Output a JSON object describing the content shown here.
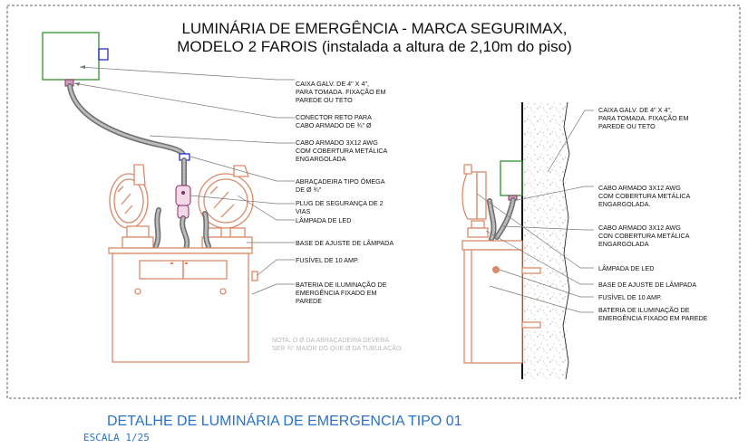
{
  "title": {
    "line1": "LUMINÁRIA DE EMERGÊNCIA - MARCA SEGURIMAX,",
    "line2": "MODELO 2 FAROIS (instalada a altura de 2,10m do piso)"
  },
  "front_view": {
    "callouts": [
      [
        "CAIXA GALV. DE 4\" X 4\",",
        "PARA TOMADA. FIXAÇÃO EM",
        "PAREDE OU TETO"
      ],
      [
        "CONECTOR RETO PARA",
        "CABO ARMADO DE ¾\" Ø"
      ],
      [
        "CABO ARMADO 3X12 AWG",
        "COM COBERTURA METÁLICA",
        "ENGARGOLADA"
      ],
      [
        "ABRAÇADEIRA TIPO ÔMEGA",
        "DE Ø ¾\""
      ],
      [
        "PLUG DE SEGURANÇA DE 2",
        "VIAS"
      ],
      [
        "LÂMPADA DE LED"
      ],
      [
        "BASE DE AJUSTE DE LÂMPADA"
      ],
      [
        "FUSÍVEL DE 10 AMP."
      ],
      [
        "BATERIA DE ILUMINAÇÃO DE",
        "EMERGÊNCIA FIXADO EM",
        "PAREDE"
      ]
    ],
    "note": [
      "NOTA: O Ø DA ABRAÇADEIRA DEVERÁ",
      "SER ¾\" MAIOR DO QUE Ø DA TUBULAÇÃO"
    ]
  },
  "side_view": {
    "callouts": [
      [
        "CAIXA GALV. DE 4\" X 4\",",
        "PARA TOMADA. FIXAÇÃO EM",
        "PAREDE OU TETO"
      ],
      [
        "CABO ARMADO 3X12 AWG",
        "COM COBERTURA METÁLICA",
        "ENGARGOLADA."
      ],
      [
        "CABO ARMADO 3X12 AWG",
        "CON COBERTURA METÁLICA",
        "ENGARGOLADA"
      ],
      [
        "LÂMPADA DE LED"
      ],
      [
        "BASE DE AJUSTE DE LÂMPADA"
      ],
      [
        "FUSÍVEL DE 10 AMP."
      ],
      [
        "BATERIA DE ILUMINAÇÃO DE",
        "EMERGÊNCIA FIXADO EM PAREDE"
      ]
    ]
  },
  "footer": {
    "title": "DETALHE DE LUMINÁRIA DE EMERGENCIA TIPO 01",
    "scale": "ESCALA 1/25"
  },
  "colors": {
    "fixture": "#d98a6a",
    "cable": "#6e6e6e",
    "box": "#3d9a3d",
    "clamp": "#2230c8",
    "footer_text": "#2a72c9"
  }
}
